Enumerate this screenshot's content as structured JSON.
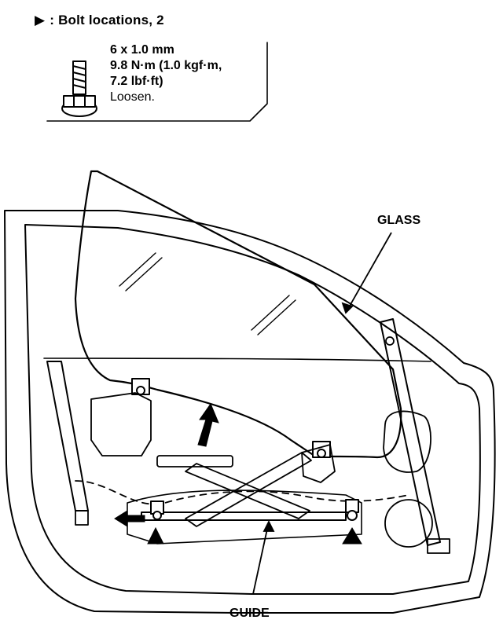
{
  "header": {
    "marker_icon": "triangle-marker-icon",
    "text": ": Bolt locations, 2"
  },
  "spec": {
    "size": "6 x 1.0 mm",
    "torque_line1": "9.8 N·m (1.0 kgf·m,",
    "torque_line2": "7.2 lbf·ft)",
    "action": "Loosen."
  },
  "labels": {
    "glass": "GLASS",
    "guide": "GUIDE"
  },
  "colors": {
    "ink": "#000000",
    "paper": "#ffffff"
  }
}
